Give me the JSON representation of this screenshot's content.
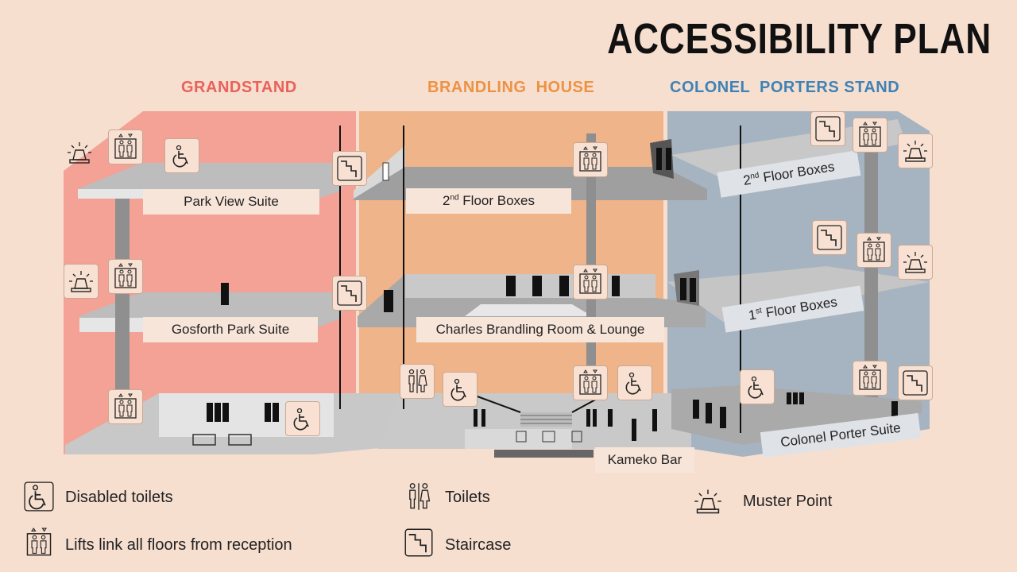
{
  "title": "ACCESSIBILITY PLAN",
  "sections": {
    "grandstand": "GRANDSTAND",
    "brandling_house": "BRANDLING  HOUSE",
    "colonel_porters_stand": "COLONEL  PORTERS STAND"
  },
  "rooms": {
    "park_view_suite": "Park View Suite",
    "gosforth_park_suite": "Gosforth Park Suite",
    "second_floor_boxes_bh_prefix": "2",
    "second_floor_boxes_bh_sup": "nd",
    "second_floor_boxes_bh_rest": " Floor Boxes",
    "charles_brandling": "Charles Brandling Room & Lounge",
    "kameko_bar": "Kameko Bar",
    "second_floor_boxes_cp_prefix": "2",
    "second_floor_boxes_cp_sup": "nd",
    "second_floor_boxes_cp_rest": " Floor Boxes",
    "first_floor_boxes_prefix": "1",
    "first_floor_boxes_sup": "st",
    "first_floor_boxes_rest": " Floor Boxes",
    "colonel_porter_suite": "Colonel Porter Suite"
  },
  "legend": {
    "disabled_toilets": "Disabled toilets",
    "lifts": "Lifts link all floors from reception",
    "toilets": "Toilets",
    "staircase": "Staircase",
    "muster_point": "Muster Point"
  },
  "colors": {
    "background": "#f7dfd0",
    "grandstand": "#f4a196",
    "brandling_house": "#efb489",
    "colonel_porters_stand": "#a6b4c2",
    "grandstand_heading": "#e8625a",
    "brandling_heading": "#ec9244",
    "colonel_heading": "#3f82b5"
  }
}
